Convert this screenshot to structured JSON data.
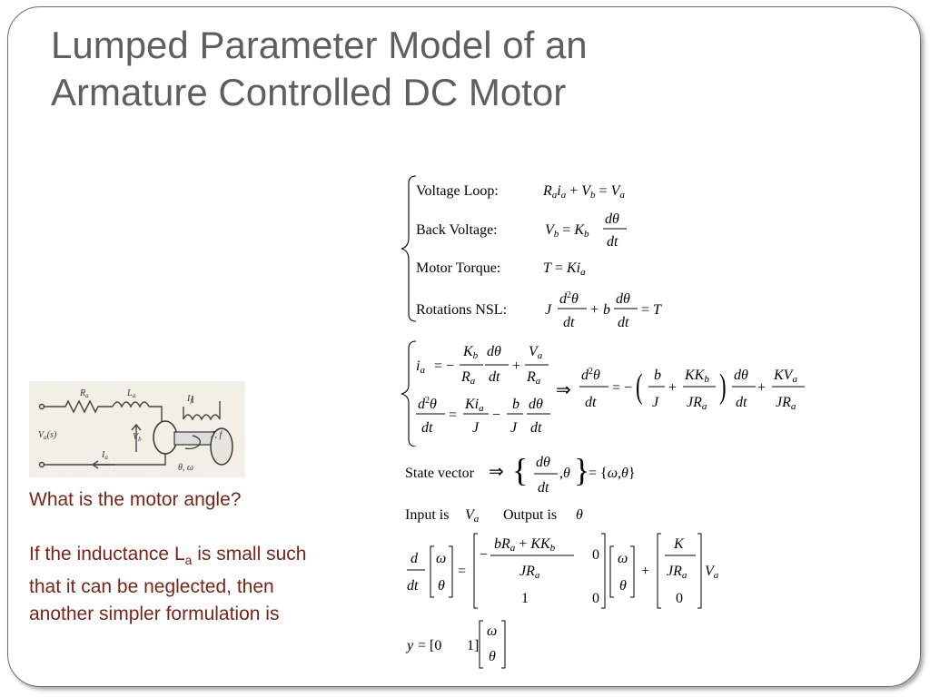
{
  "slide": {
    "title_line1": "Lumped Parameter Model of an",
    "title_line2": "Armature Controlled DC Motor"
  },
  "circuit_labels": {
    "ra": "R",
    "la": "L",
    "sub_a": "a",
    "if": "I",
    "sub_f": "f",
    "vb": "V",
    "sub_b": "b",
    "vas": "V",
    "vas_suffix": "(s)",
    "ia": "I",
    "jf": "J, f",
    "theta_omega": "θ, ω"
  },
  "notes": {
    "question": "What is the motor angle?",
    "inductance_pre": "If the inductance L",
    "inductance_sub": "a",
    "inductance_post": " is small such",
    "line2": "that it can be neglected, then",
    "line3": "another simpler formulation is"
  },
  "equations": {
    "voltage_loop_label": "Voltage Loop:",
    "back_voltage_label": "Back Voltage:",
    "motor_torque_label": "Motor Torque:",
    "rotations_label": "Rotations NSL:",
    "state_vector_label": "State vector",
    "input_label": "Input is",
    "output_label": "Output is"
  }
}
